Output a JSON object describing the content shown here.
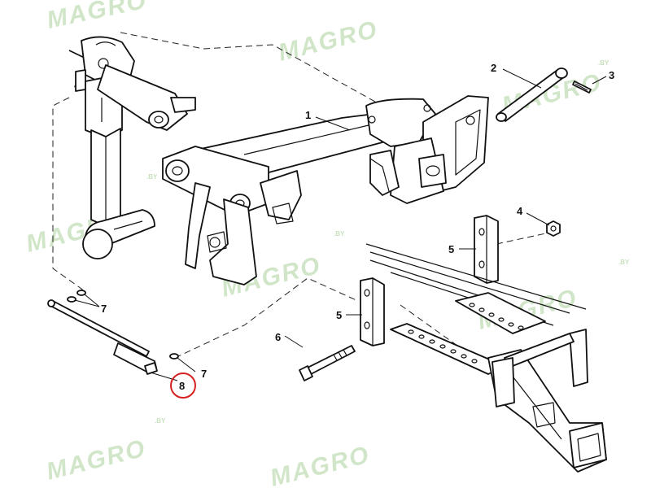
{
  "watermark": {
    "text": "MAGRO",
    "suffix": ".BY",
    "color": "#9bc98a"
  },
  "callouts": {
    "c1": "1",
    "c2": "2",
    "c3": "3",
    "c4": "4",
    "c5a": "5",
    "c5b": "5",
    "c6": "6",
    "c7a": "7",
    "c7b": "7",
    "c8": "8"
  },
  "highlight_color": "#d62020"
}
